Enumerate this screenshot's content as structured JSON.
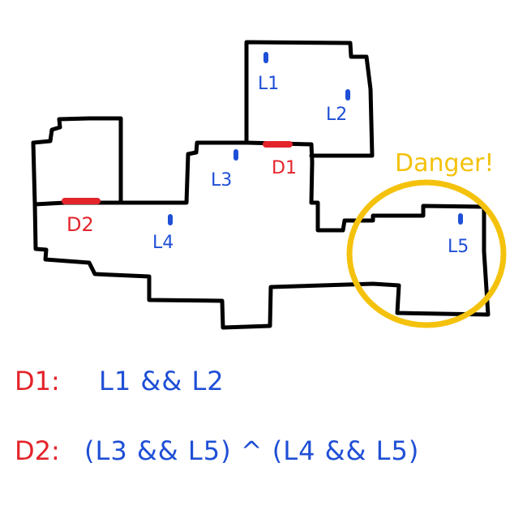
{
  "colors": {
    "walls": "#000000",
    "lever": "#1f4fd6",
    "door": "#e3242b",
    "danger": "#f4c20d",
    "background": "#ffffff"
  },
  "map": {
    "levers": [
      {
        "id": "L1",
        "label": "L1"
      },
      {
        "id": "L2",
        "label": "L2"
      },
      {
        "id": "L3",
        "label": "L3"
      },
      {
        "id": "L4",
        "label": "L4"
      },
      {
        "id": "L5",
        "label": "L5"
      }
    ],
    "doors": [
      {
        "id": "D1",
        "label": "D1"
      },
      {
        "id": "D2",
        "label": "D2"
      }
    ],
    "danger_label": "Danger!"
  },
  "formulas": [
    {
      "door": "D1:",
      "expression": "L1 && L2"
    },
    {
      "door": "D2:",
      "expression": "(L3 && L5) ^ (L4 && L5)"
    }
  ]
}
